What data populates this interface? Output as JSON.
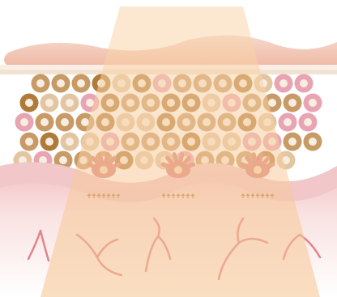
{
  "diagram": {
    "type": "skin-cross-section illustration",
    "labels": [],
    "layers": [
      "surface",
      "cell-layer",
      "basal-membrane",
      "dermis"
    ],
    "cell_rows": 5,
    "melanocyte_count": 3,
    "capillary_count": 5,
    "light_beam": true
  },
  "colors": {
    "surface": "#f2c4ae",
    "surface_band": "#e7d0b4",
    "cell_dark": "#b07a38",
    "cell_mid": "#c89a66",
    "cell_light": "#e2c6a2",
    "cell_pink": "#e8a4b2",
    "cell_core": "#f7ede0",
    "membrane": "#f1c7c9",
    "dermis": "#f7dedd",
    "capillary": "#e0848a",
    "beam": "#f6c38e",
    "melanocyte": "#d97f74",
    "arrow": "#b07a38"
  }
}
